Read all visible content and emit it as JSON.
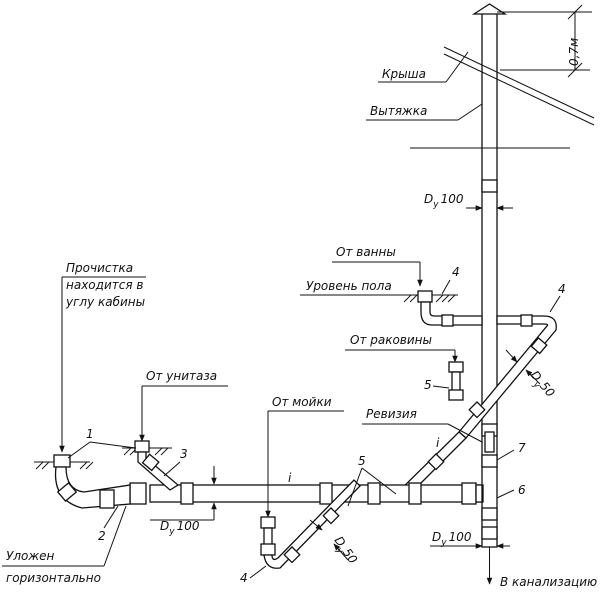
{
  "labels": {
    "height_dim": "0,7м",
    "roof": "Крыша",
    "vent": "Вытяжка",
    "dy100_top": "100",
    "from_bath": "От ванны",
    "floor_level": "Уровень пола",
    "from_sink": "От раковины",
    "dy50_right": "50",
    "revision": "Ревизия",
    "slope_right": "i",
    "cleanout_line1": "Прочистка",
    "cleanout_line2": "находится в",
    "cleanout_line3": "углу кабины",
    "from_toilet": "От унитаза",
    "from_kitchen_sink": "От мойки",
    "slope_main": "i",
    "dy100_left": "100",
    "dy50_bottom": "50",
    "dy100_bottom": "100",
    "laid_line1": "Уложен",
    "laid_line2": "горизонтально",
    "to_sewer": "В канализацию",
    "dy_symbol": "D",
    "dy_sub": "у"
  },
  "numbers": {
    "n1": "1",
    "n2": "2",
    "n3": "3",
    "n4_bath": "4",
    "n4_right": "4",
    "n4_bottom": "4",
    "n5_left": "5",
    "n5_mid": "5",
    "n6": "6",
    "n7": "7"
  },
  "colors": {
    "ink": "#111111",
    "paper": "#ffffff"
  }
}
